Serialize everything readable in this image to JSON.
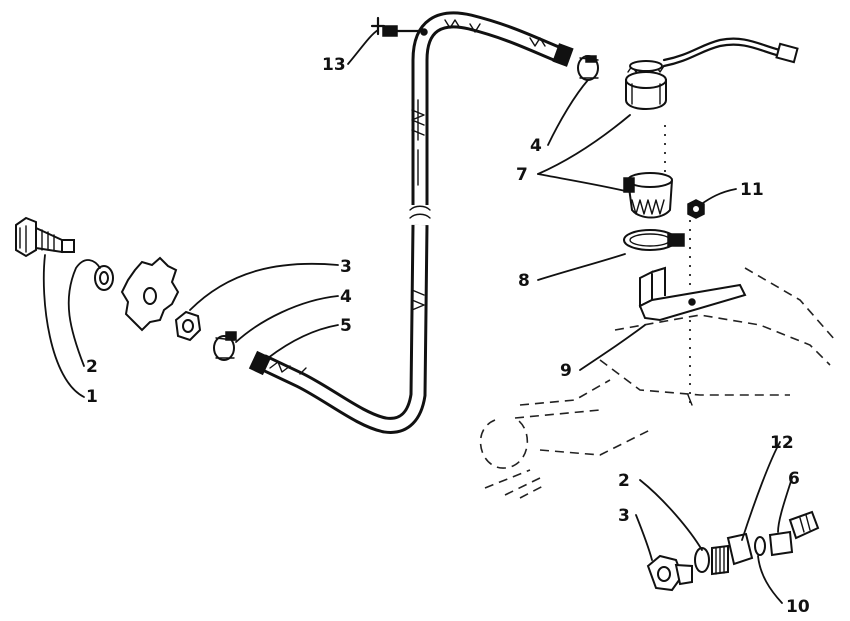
{
  "callouts": [
    {
      "id": "c1",
      "label": "1"
    },
    {
      "id": "c2a",
      "label": "2"
    },
    {
      "id": "c3a",
      "label": "3"
    },
    {
      "id": "c4a",
      "label": "4"
    },
    {
      "id": "c5",
      "label": "5"
    },
    {
      "id": "c13",
      "label": "13"
    },
    {
      "id": "c4b",
      "label": "4"
    },
    {
      "id": "c7",
      "label": "7"
    },
    {
      "id": "c11",
      "label": "11"
    },
    {
      "id": "c8",
      "label": "8"
    },
    {
      "id": "c9",
      "label": "9"
    },
    {
      "id": "c12",
      "label": "12"
    },
    {
      "id": "c2b",
      "label": "2"
    },
    {
      "id": "c6",
      "label": "6"
    },
    {
      "id": "c3b",
      "label": "3"
    },
    {
      "id": "c10",
      "label": "10"
    }
  ]
}
